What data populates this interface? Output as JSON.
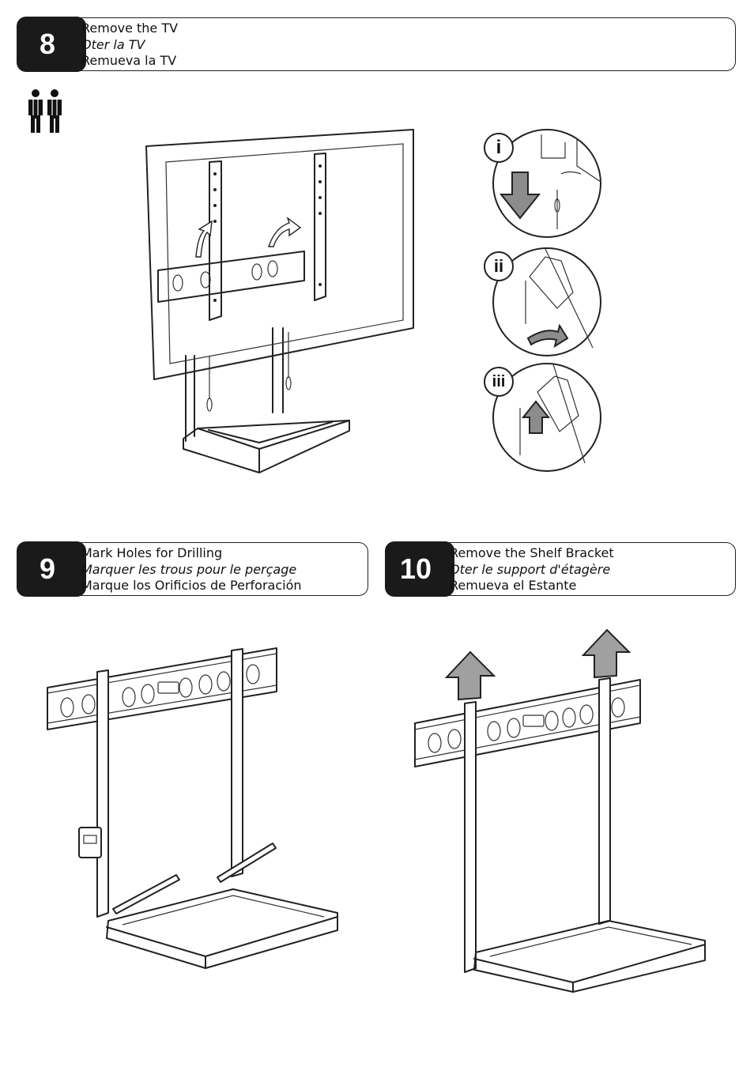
{
  "steps": [
    {
      "number": "8",
      "en": "Remove the TV",
      "fr": "Oter la TV",
      "es": "Remueva la TV"
    },
    {
      "number": "9",
      "en": "Mark Holes for Drilling",
      "fr": "Marquer les trous pour le perçage",
      "es": "Marque los Orificios de Perforación"
    },
    {
      "number": "10",
      "en": "Remove the Shelf Bracket",
      "fr": "Oter le support d'étagère",
      "es": "Remueva el Estante"
    }
  ],
  "sub_steps": [
    "i",
    "ii",
    "iii"
  ],
  "icons": {
    "two_people": "two-people-icon",
    "arrow_down": "arrow-down-icon",
    "arrow_up": "arrow-up-icon",
    "arrow_curved": "curved-arrow-icon"
  },
  "colors": {
    "badge": "#1a1a1a",
    "arrow_fill": "#8c8c8c",
    "line": "#222222"
  }
}
